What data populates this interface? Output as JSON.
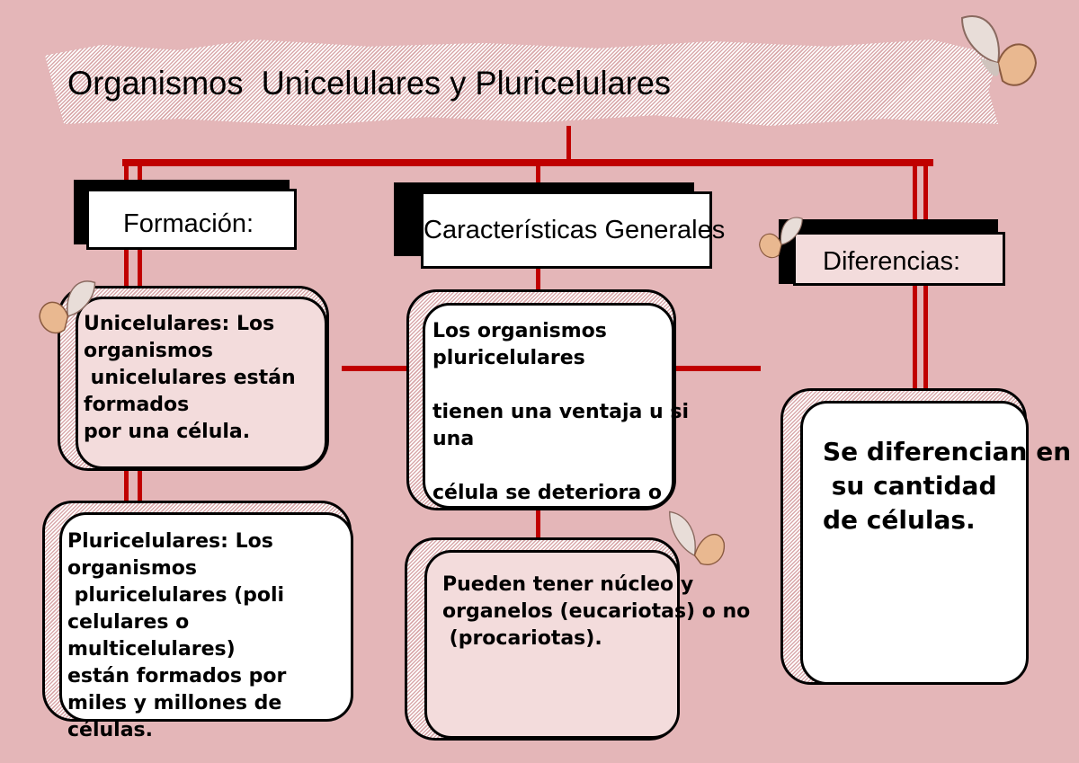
{
  "title": "Organismos  Unicelulares y Pluricelulares",
  "headers": {
    "formacion": "Formación:",
    "caracteristicas": "Características Generales",
    "diferencias": "Diferencias:"
  },
  "boxes": {
    "unicelulares": "Unicelulares: Los\norganismos\n unicelulares están\nformados\npor una célula.",
    "pluricelulares": "Pluricelulares: Los\norganismos\n pluricelulares (poli\ncelulares o\nmulticelulares)\nestán formados por\nmiles y millones de\ncélulas.",
    "ventaja": "Los organismos\npluricelulares\n\ntienen una ventaja u si\nuna\n\ncélula se deteriora o\nmuere",
    "nucleo": "Pueden tener núcleo y\norganelos (eucariotas) o no\n (procariotas).",
    "diferencian": "Se diferencian en\n su cantidad\nde células."
  },
  "colors": {
    "background": "#e4b6b8",
    "connector": "#c00000",
    "box_pink": "#f3dcdc"
  },
  "decorations": [
    "butterfly-icon"
  ]
}
